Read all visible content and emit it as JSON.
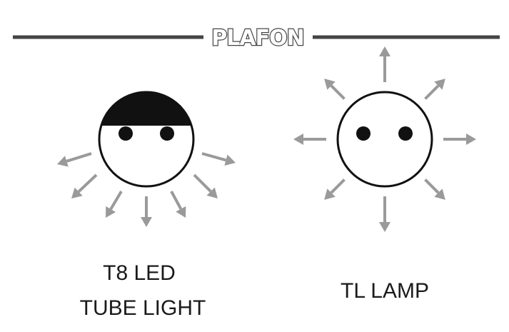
{
  "ceiling": {
    "label": "PLAFON"
  },
  "lamps": [
    {
      "id": "t8",
      "caption_lines": [
        "T8 LED",
        "TUBE LIGHT"
      ],
      "emission": "downward"
    },
    {
      "id": "tl",
      "caption_lines": [
        "TL LAMP"
      ],
      "emission": "omnidirectional"
    }
  ],
  "colors": {
    "ceiling_line": "#454545",
    "lamp_outline": "#111111",
    "lamp_shade": "#111111",
    "arrows": "#9a9a9a",
    "text": "#1a1a1a"
  }
}
